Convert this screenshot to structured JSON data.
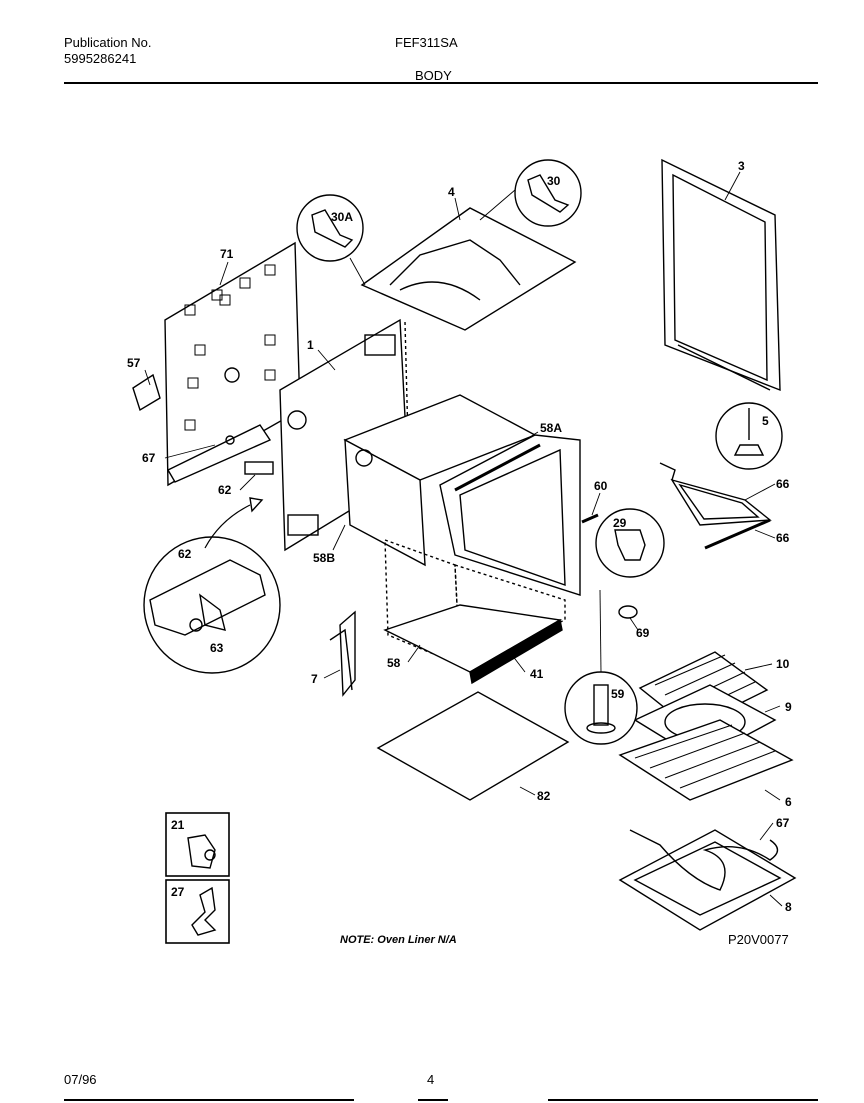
{
  "header": {
    "publication_label": "Publication No.",
    "publication_number": "5995286241",
    "model": "FEF311SA",
    "section": "BODY"
  },
  "diagram": {
    "note": "NOTE:  Oven Liner N/A",
    "drawing_code": "P20V0077",
    "callouts": {
      "c71": "71",
      "c57": "57",
      "c67a": "67",
      "c62a": "62",
      "c1": "1",
      "c30A": "30A",
      "c4": "4",
      "c30": "30",
      "c3": "3",
      "c5": "5",
      "c58A": "58A",
      "c58B": "58B",
      "c60": "60",
      "c29": "29",
      "c66a": "66",
      "c66b": "66",
      "c62b": "62",
      "c63": "63",
      "c69": "69",
      "c7": "7",
      "c58": "58",
      "c41": "41",
      "c59": "59",
      "c10": "10",
      "c9": "9",
      "c6": "6",
      "c82": "82",
      "c67b": "67",
      "c8": "8",
      "c21": "21",
      "c27": "27"
    }
  },
  "footer": {
    "date": "07/96",
    "page": "4"
  }
}
